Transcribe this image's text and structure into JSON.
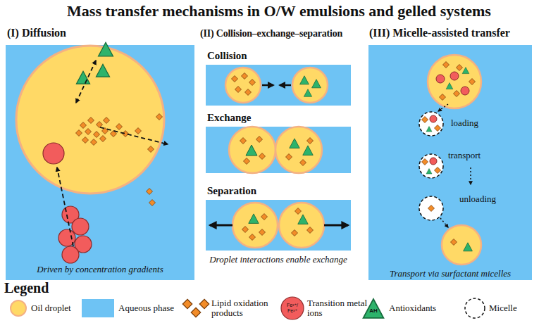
{
  "diagram": {
    "title": "Mass transfer mechanisms in O/W emulsions and gelled systems",
    "nodes": [
      {
        "text": [
          "(I) Diffusion",
          "Driven by concentration gradients"
        ]
      },
      {
        "text": [
          "Collision"
        ]
      },
      {
        "text": [
          "Exchange"
        ]
      },
      {
        "text": [
          "Separation",
          "Droplet interactions enable exchange"
        ]
      },
      {
        "text": [
          "(III) Micelle-assisted transfer",
          "loading",
          "transport",
          "unloading",
          "Transport via surfactant micelles"
        ]
      }
    ],
    "labels": [
      "(II) Collision–exchange–separation",
      "Legend",
      "Fe²⁺/ Fe³⁺",
      "AH"
    ],
    "legend": [
      {
        "text": "Oil droplet",
        "color": "#FFD966"
      },
      {
        "text": "Aqueous phase",
        "color": "#6EC3F4"
      },
      {
        "text": "Lipid oxidation products"
      },
      {
        "text": "Transition metal ions"
      },
      {
        "text": "Antioxidants"
      },
      {
        "text": "Micelle"
      }
    ]
  }
}
